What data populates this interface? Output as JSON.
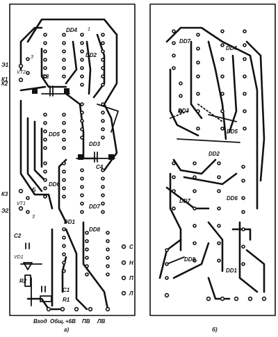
{
  "board_a": {
    "chips": [
      "DD4",
      "DD2",
      "DD5",
      "DD3",
      "DD6",
      "DD7",
      "DD1",
      "DD8"
    ],
    "components": [
      "C3",
      "C4",
      "C2",
      "C1",
      "R2",
      "R1",
      "VT2",
      "VT1",
      "VD1",
      "3",
      "1"
    ],
    "left_labels": [
      "Э1",
      "К1",
      "К2",
      "Б",
      "К3",
      "Э2",
      "3"
    ],
    "right_labels": [
      "С",
      "Н",
      "П",
      "Л"
    ],
    "bottom_labels": [
      "Вход",
      "Общ.",
      "+6В",
      "ПВ",
      "ЛВ"
    ],
    "caption": "а)"
  },
  "board_b": {
    "chips": [
      "DD7",
      "DD4",
      "DD3",
      "DD5",
      "DD2",
      "DD7",
      "DD6",
      "DD8",
      "DD1"
    ],
    "caption": "б)"
  }
}
